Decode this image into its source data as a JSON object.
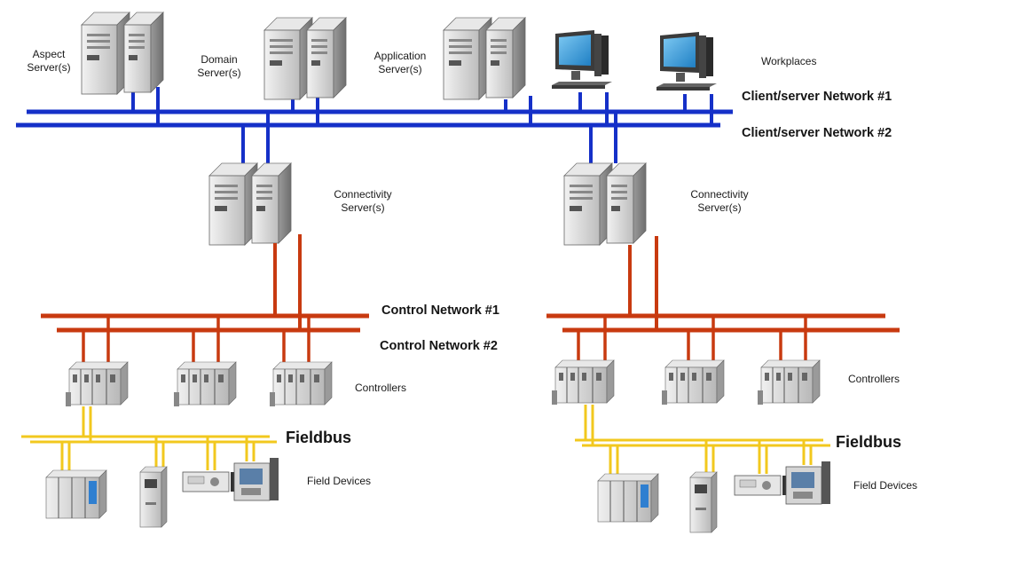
{
  "labels": {
    "aspect_server": "Aspect\nServer(s)",
    "domain_server": "Domain\nServer(s)",
    "application_server": "Application\nServer(s)",
    "workplaces": "Workplaces",
    "connectivity_server_left": "Connectivity\nServer(s)",
    "connectivity_server_right": "Connectivity\nServer(s)",
    "controllers_left": "Controllers",
    "controllers_right": "Controllers",
    "field_devices_left": "Field Devices",
    "field_devices_right": "Field Devices"
  },
  "networks": {
    "client_server_1": "Client/server Network #1",
    "client_server_2": "Client/server Network #2",
    "control_1": "Control Network #1",
    "control_2": "Control Network #2",
    "fieldbus_left": "Fieldbus",
    "fieldbus_right": "Fieldbus"
  },
  "colors": {
    "client_server_network": "#1530c8",
    "control_network": "#c83a10",
    "fieldbus": "#f2c81e",
    "server_body": "#d6d6d6",
    "monitor_screen": "#3aa0e0"
  }
}
